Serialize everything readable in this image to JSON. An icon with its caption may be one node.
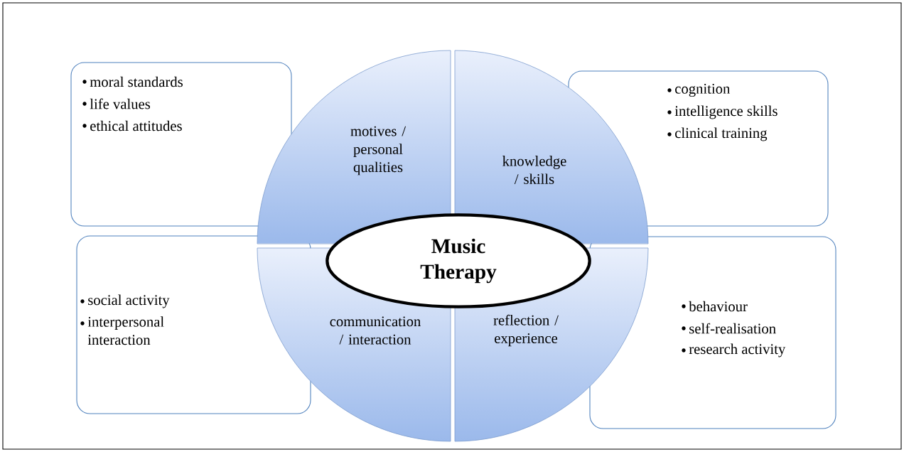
{
  "diagram": {
    "nodes": [
      {
        "text": [
          "moral standards",
          "life values",
          "ethical attitudes"
        ]
      },
      {
        "text": [
          "motives / personal qualities"
        ]
      },
      {
        "text": [
          "knowledge / skills"
        ]
      },
      {
        "text": [
          "cognition",
          "intelligence skills",
          "clinical training"
        ]
      },
      {
        "text": [
          "Music Therapy"
        ]
      },
      {
        "text": [
          "social activity",
          "interpersonal interaction"
        ]
      },
      {
        "text": [
          "communication / interaction"
        ]
      },
      {
        "text": [
          "reflection / experience"
        ]
      },
      {
        "text": [
          "behaviour",
          "self-realisation",
          "research activity"
        ]
      }
    ]
  }
}
